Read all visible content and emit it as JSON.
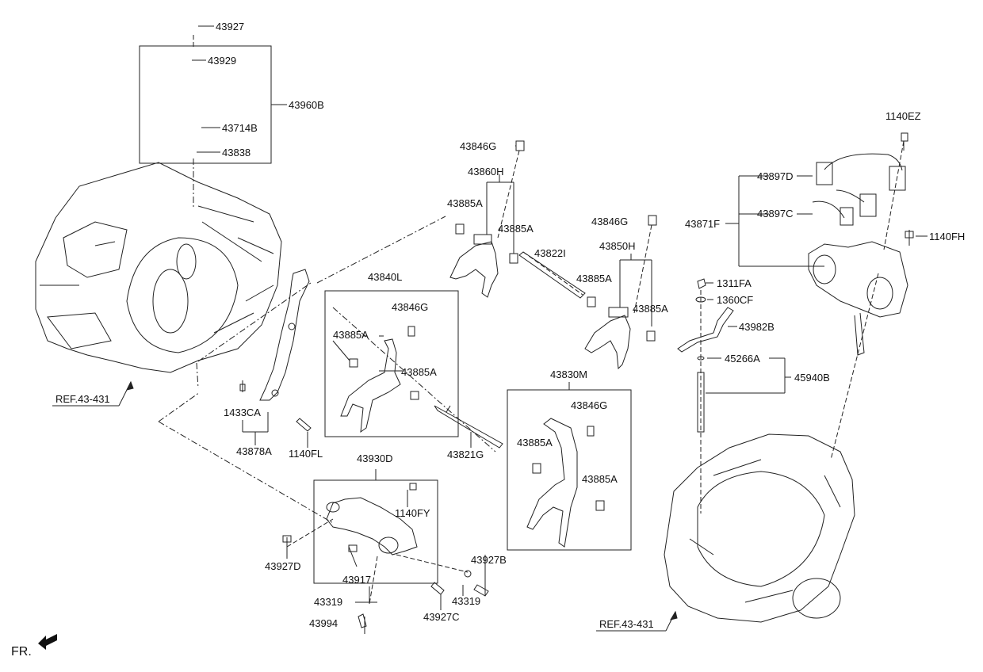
{
  "labels": {
    "l43927": "43927",
    "l43929": "43929",
    "l43960B": "43960B",
    "l43714B": "43714B",
    "l43838": "43838",
    "l43846G_a": "43846G",
    "l43860H": "43860H",
    "l43885A_a": "43885A",
    "l43885A_b": "43885A",
    "l43822I": "43822I",
    "l43846G_b": "43846G",
    "l43850H": "43850H",
    "l43885A_c": "43885A",
    "l43885A_d": "43885A",
    "l43840L": "43840L",
    "l43846G_c": "43846G",
    "l43885A_e": "43885A",
    "l43885A_f": "43885A",
    "l1433CA": "1433CA",
    "l43878A": "43878A",
    "l1140FL": "1140FL",
    "l43821G": "43821G",
    "l43830M": "43830M",
    "l43846G_d": "43846G",
    "l43885A_g": "43885A",
    "l43885A_h": "43885A",
    "l43930D": "43930D",
    "l1140FY": "1140FY",
    "l43927D": "43927D",
    "l43917": "43917",
    "l43319_a": "43319",
    "l43319_b": "43319",
    "l43927B": "43927B",
    "l43927C": "43927C",
    "l43994": "43994",
    "l1140EZ": "1140EZ",
    "l43897D": "43897D",
    "l43871F": "43871F",
    "l43897C": "43897C",
    "l1140FH": "1140FH",
    "l1311FA": "1311FA",
    "l1360CF": "1360CF",
    "l43982B": "43982B",
    "l45266A": "45266A",
    "l45940B": "45940B",
    "ref_left": "REF.43-431",
    "ref_right": "REF.43-431",
    "fr": "FR."
  }
}
